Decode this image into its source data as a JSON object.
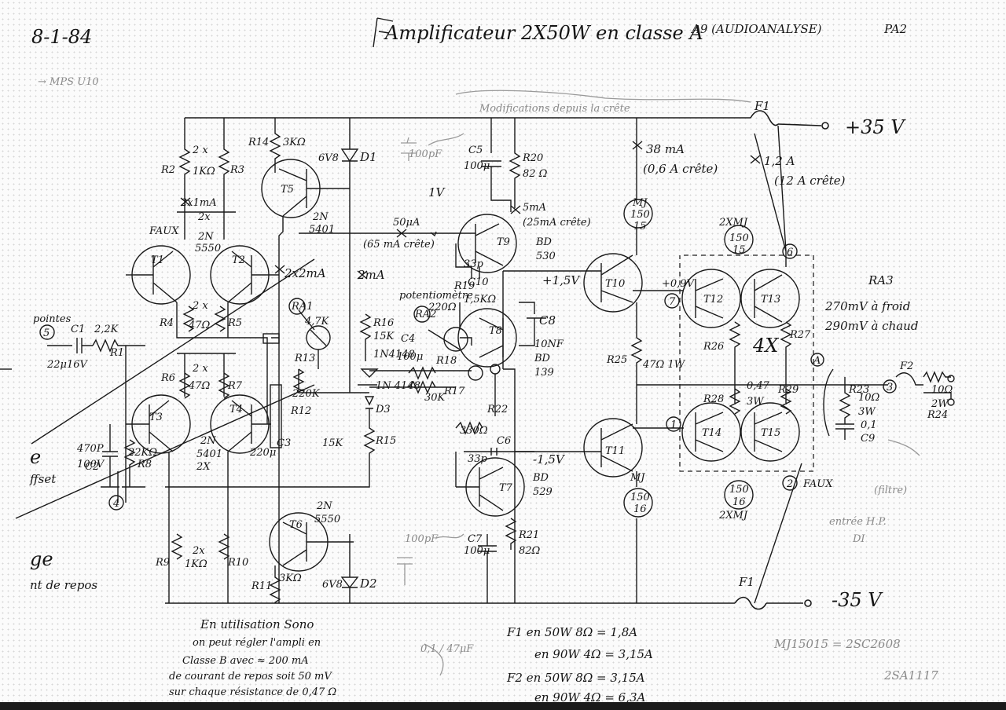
{
  "header": {
    "date": "8-1-84",
    "title": "Amplificateur 2X50W en classe A",
    "subtitle": "A9 (AUDIOANALYSE)",
    "page": "PA2",
    "note_left": "→ MPS U10",
    "note_top": "Modifications depuis la crête"
  },
  "rails": {
    "pos": "+35 V",
    "neg": "-35 V",
    "fuse_top": "F1",
    "fuse_bottom": "F1",
    "current_1": "38 mA",
    "current_1b": "(0,6 A crête)",
    "current_2": "1,2 A",
    "current_2b": "(12 A crête)"
  },
  "components": {
    "R2": "R2",
    "R3": "R3",
    "R2R3_val": "2 x",
    "R2R3_val2": "1KΩ",
    "R2R3_cur": "2x1mA",
    "R14": "R14",
    "R14_val": "3KΩ",
    "T5": "T5",
    "T5_type": "2N",
    "T5_num": "5401",
    "D1": "D1",
    "D1_val": "6V8",
    "C5": "C5",
    "C5_val": "100μ",
    "R20": "R20",
    "R20_val": "82 Ω",
    "cur_5mA": "5mA",
    "cur_5mA_b": "(25mA crête)",
    "cur_50uA": "50μA",
    "cur_50uA_b": "(65 mA crête)",
    "V_1V": "1V",
    "T9": "T9",
    "T9_type": "BD",
    "T9_num": "530",
    "C10": "C10",
    "C10_val": "33p",
    "faux1": "FAUX",
    "T1": "T1",
    "T2": "T2",
    "T1T2_type": "2N",
    "T1T2_num": "5550",
    "T1T2_x": "2x",
    "cur_2x2mA": "2x2mA",
    "cur_2mA": "2mA",
    "R4": "R4",
    "R5": "R5",
    "R4R5_val": "2 x",
    "R4R5_val2": "47Ω",
    "RA1": "RA1",
    "RA1_val": "4,7K",
    "R16": "R16",
    "R16_val": "15K",
    "RA2": "RA2",
    "pot": "potentiomètre",
    "pot_val": "220Ω",
    "R19": "R19",
    "R19_val": "1,5KΩ",
    "T8": "T8",
    "T8_type": "BD",
    "T8_num": "139",
    "C8": "C8",
    "C8_val": "10NF",
    "C4": "C4",
    "C4_val": "100μ",
    "D_1n": "1N4148",
    "D_1n2": "1N 4148",
    "R18": "R18",
    "R17": "R17",
    "R17_val": "30K",
    "V_p15": "+1,5V",
    "V_m15": "-1,5V",
    "T10": "T10",
    "T10_type": "MJ",
    "T10_num1": "150",
    "T10_num2": "15",
    "R25": "R25",
    "R25_val": "47Ω 1W",
    "RA3": "RA3",
    "RA3_val1": "270mV à froid",
    "RA3_val2": "290mV à chaud",
    "T12": "T12",
    "T13": "T13",
    "T12T13_type": "2XMJ",
    "T12T13_num1": "150",
    "T12T13_num2": "15",
    "V_09": "+0,9V",
    "R26": "R26",
    "R27": "R27",
    "R_4X": "4X",
    "R28": "R28",
    "R29": "R29",
    "R2829_val": "0,47",
    "R2829_val2": "3W",
    "T14": "T14",
    "T15": "T15",
    "T14T15_type": "2XMJ",
    "T14T15_num1": "150",
    "T14T15_num2": "16",
    "faux2": "FAUX",
    "F2": "F2",
    "R23": "R23",
    "R23_val": "10Ω",
    "R23_val2": "3W",
    "R24": "R24",
    "R24_val": "10Ω",
    "R24_val2": "2W",
    "C9": "C9",
    "C9_val": "0,1",
    "T11": "T11",
    "T11_type": "MJ",
    "T11_num1": "150",
    "T11_num2": "16",
    "R22": "R22",
    "R22_val": "330Ω",
    "C6": "C6",
    "C6_val": "33p",
    "T7": "T7",
    "T7_type": "BD",
    "T7_num": "529",
    "C7": "C7",
    "C7_val": "100μ",
    "R21": "R21",
    "R21_val": "82Ω",
    "T3": "T3",
    "T4": "T4",
    "T3T4_type": "2N",
    "T3T4_num": "5401",
    "T3T4_x": "2X",
    "R6": "R6",
    "R7": "R7",
    "R6R7_val": "2 x",
    "R6R7_val2": "47Ω",
    "R12": "R12",
    "R12_val": "220K",
    "C3": "C3",
    "C3_val": "220μ",
    "R13": "R13",
    "D3": "D3",
    "R15": "R15",
    "R15_val": "15K",
    "T6": "T6",
    "T6_type": "2N",
    "T6_num": "5550",
    "R9": "R9",
    "R10": "R10",
    "R9R10_val": "2x",
    "R9R10_val2": "1KΩ",
    "R11": "R11",
    "R11_val": "3KΩ",
    "D2": "D2",
    "D2_val": "6V8",
    "C2": "C2",
    "C2_val": "470P",
    "C2_val2": "100V",
    "R8": "R8",
    "R8_val": "22KΩ",
    "C1": "C1",
    "R1": "R1",
    "R1_val": "2,2K",
    "C1_val": "22μ16V",
    "entree": "pointes",
    "node5": "5",
    "node4": "4",
    "node1": "1",
    "node2": "2",
    "node3": "3",
    "node6": "6",
    "node7": "7",
    "nodeA": "A",
    "cap100p_a": "100pF",
    "cap100p_b": "100pF"
  },
  "margin_notes": {
    "left_e": "e",
    "left_offset": "ffset",
    "left_ge": "ge",
    "left_repos": "nt de repos",
    "right_filtre": "(filtre)",
    "right_faint1": "entrée H.P.",
    "right_faint2": "DI"
  },
  "notes": {
    "sono_1": "En utilisation Sono",
    "sono_2": "on peut régler l'ampli en",
    "sono_3": "Classe B avec ≈ 200 mA",
    "sono_4": "de courant de repos soit 50 mV",
    "sono_5": "sur chaque résistance de 0,47 Ω",
    "fuse_1a": "F1 en 50W 8Ω = 1,8A",
    "fuse_1b": "en 90W 4Ω = 3,15A",
    "fuse_2a": "F2 en 50W 8Ω = 3,15A",
    "fuse_2b": "en 90W 4Ω = 6,3A",
    "equiv_1": "MJ15015 = 2SC2608",
    "equiv_2": "2SA1117",
    "faint_mid": "0,1 / 47μF"
  }
}
